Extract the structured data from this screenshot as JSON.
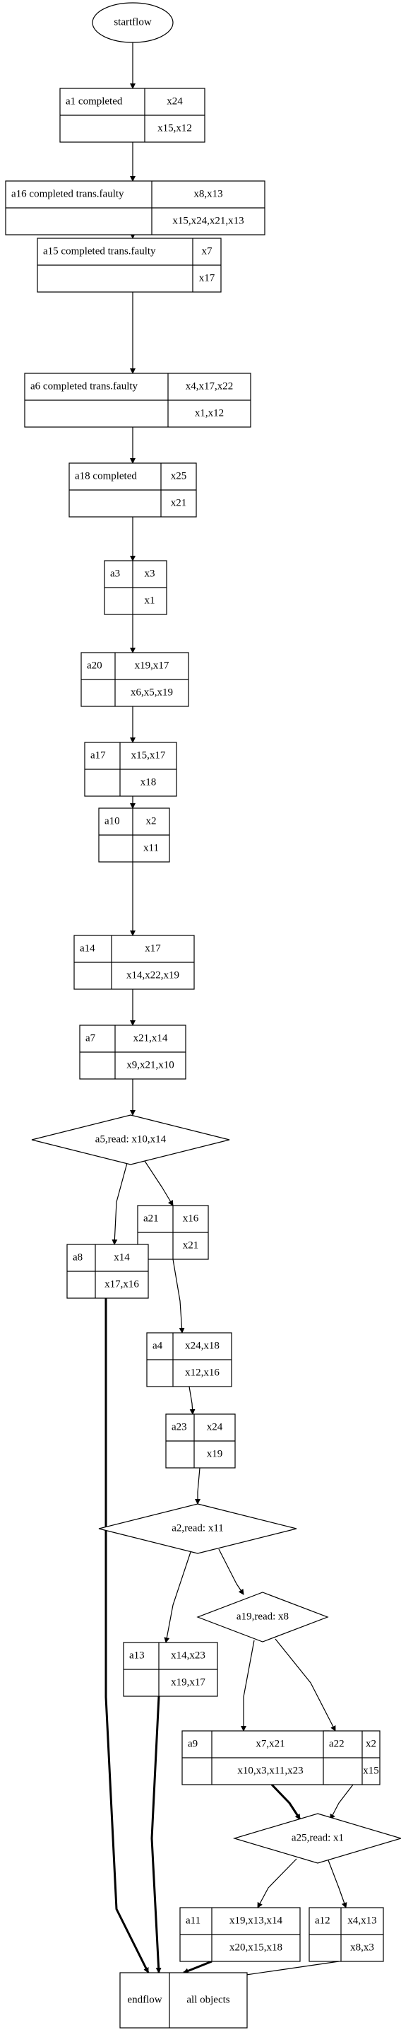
{
  "start": {
    "label": "startflow"
  },
  "nodes": [
    {
      "id": "a1",
      "label": "a1 completed",
      "top": "x24",
      "bottom": "x15,x12"
    },
    {
      "id": "a16",
      "label": "a16 completed trans.faulty",
      "top": "x8,x13",
      "bottom": "x15,x24,x21,x13"
    },
    {
      "id": "a15",
      "label": "a15 completed trans.faulty",
      "top": "x7",
      "bottom": "x17"
    },
    {
      "id": "a6",
      "label": "a6 completed trans.faulty",
      "top": "x4,x17,x22",
      "bottom": "x1,x12"
    },
    {
      "id": "a18",
      "label": "a18 completed",
      "top": "x25",
      "bottom": "x21"
    },
    {
      "id": "a3",
      "label": "a3",
      "top": "x3",
      "bottom": "x1"
    },
    {
      "id": "a20",
      "label": "a20",
      "top": "x19,x17",
      "bottom": "x6,x5,x19"
    },
    {
      "id": "a17",
      "label": "a17",
      "top": "x15,x17",
      "bottom": "x18"
    },
    {
      "id": "a10",
      "label": "a10",
      "top": "x2",
      "bottom": "x11"
    },
    {
      "id": "a14",
      "label": "a14",
      "top": "x17",
      "bottom": "x14,x22,x19"
    },
    {
      "id": "a7",
      "label": "a7",
      "top": "x21,x14",
      "bottom": "x9,x21,x10"
    },
    {
      "id": "a21",
      "label": "a21",
      "top": "x16",
      "bottom": "x21"
    },
    {
      "id": "a8",
      "label": "a8",
      "top": "x14",
      "bottom": "x17,x16"
    },
    {
      "id": "a4",
      "label": "a4",
      "top": "x24,x18",
      "bottom": "x12,x16"
    },
    {
      "id": "a23",
      "label": "a23",
      "top": "x24",
      "bottom": "x19"
    },
    {
      "id": "a13",
      "label": "a13",
      "top": "x14,x23",
      "bottom": "x19,x17"
    },
    {
      "id": "a9",
      "label": "a9",
      "top": "x7,x21",
      "bottom": "x10,x3,x11,x23"
    },
    {
      "id": "a22",
      "label": "a22",
      "top": "x2",
      "bottom": "x15"
    },
    {
      "id": "a11",
      "label": "a11",
      "top": "x19,x13,x14",
      "bottom": "x20,x15,x18"
    },
    {
      "id": "a12",
      "label": "a12",
      "top": "x4,x13",
      "bottom": "x8,x3"
    }
  ],
  "decisions": [
    {
      "id": "a5",
      "label": "a5,read: x10,x14"
    },
    {
      "id": "a2",
      "label": "a2,read: x11"
    },
    {
      "id": "a19",
      "label": "a19,read: x8"
    },
    {
      "id": "a25",
      "label": "a25,read: x1"
    }
  ],
  "end": {
    "label": "endflow",
    "objects": "all objects"
  },
  "edges": [
    {
      "from": "start",
      "to": "a1"
    },
    {
      "from": "a1",
      "to": "a16"
    },
    {
      "from": "a16",
      "to": "a15"
    },
    {
      "from": "a15",
      "to": "a6"
    },
    {
      "from": "a6",
      "to": "a18"
    },
    {
      "from": "a18",
      "to": "a3"
    },
    {
      "from": "a3",
      "to": "a20"
    },
    {
      "from": "a20",
      "to": "a17"
    },
    {
      "from": "a17",
      "to": "a10"
    },
    {
      "from": "a10",
      "to": "a14"
    },
    {
      "from": "a14",
      "to": "a7"
    },
    {
      "from": "a7",
      "to": "a5"
    },
    {
      "from": "a5",
      "to": "a8"
    },
    {
      "from": "a5",
      "to": "a21"
    },
    {
      "from": "a21",
      "to": "a4"
    },
    {
      "from": "a4",
      "to": "a23"
    },
    {
      "from": "a23",
      "to": "a2"
    },
    {
      "from": "a2",
      "to": "a13"
    },
    {
      "from": "a2",
      "to": "a19"
    },
    {
      "from": "a19",
      "to": "a9"
    },
    {
      "from": "a19",
      "to": "a22"
    },
    {
      "from": "a9",
      "to": "a25",
      "bold": true
    },
    {
      "from": "a22",
      "to": "a25"
    },
    {
      "from": "a25",
      "to": "a11"
    },
    {
      "from": "a25",
      "to": "a12"
    },
    {
      "from": "a8",
      "to": "end",
      "bold": true
    },
    {
      "from": "a13",
      "to": "end",
      "bold": true
    },
    {
      "from": "a11",
      "to": "end",
      "bold": true
    },
    {
      "from": "a12",
      "to": "end"
    }
  ]
}
